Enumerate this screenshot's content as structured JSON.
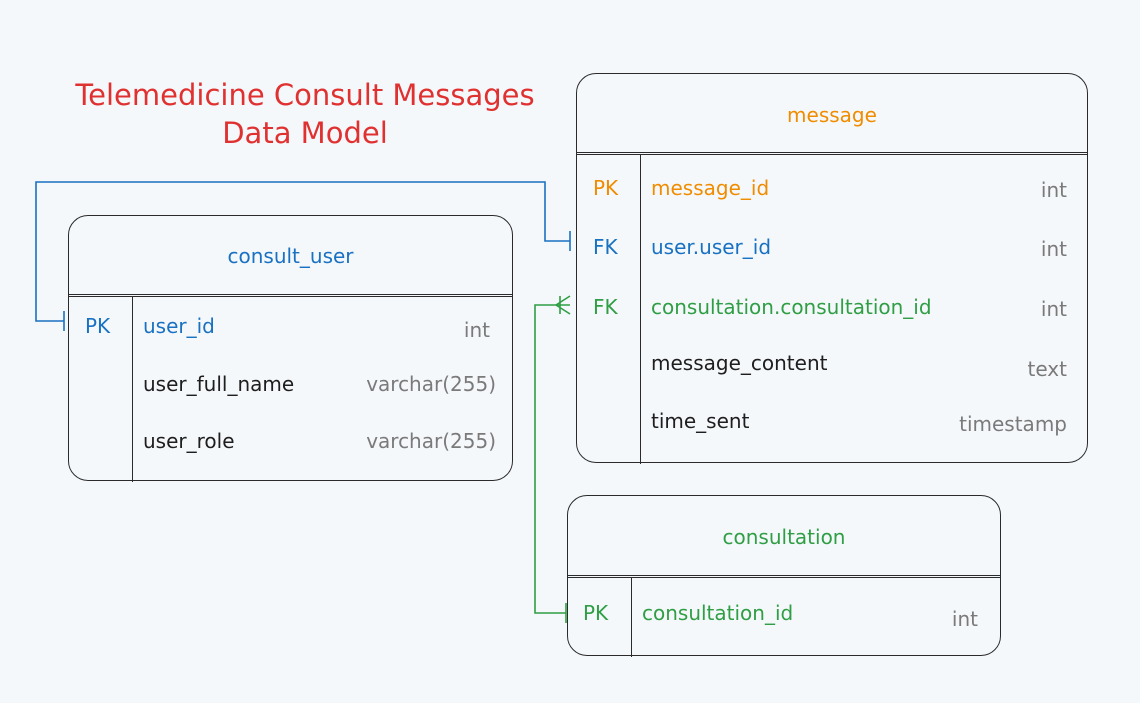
{
  "title": {
    "line1": "Telemedicine Consult Messages",
    "line2": "Data Model"
  },
  "colors": {
    "title": "#e03131",
    "user_link": "#1971c2",
    "pk_message": "#f08c00",
    "consultation_link": "#2f9e44",
    "type_text": "#7a7a7a"
  },
  "tables": {
    "consult_user": {
      "name": "consult_user",
      "rows": [
        {
          "key": "PK",
          "field": "user_id",
          "type": "int"
        },
        {
          "key": "",
          "field": "user_full_name",
          "type": "varchar(255)"
        },
        {
          "key": "",
          "field": "user_role",
          "type": "varchar(255)"
        }
      ]
    },
    "message": {
      "name": "message",
      "rows": [
        {
          "key": "PK",
          "field": "message_id",
          "type": "int"
        },
        {
          "key": "FK",
          "field": "user.user_id",
          "type": "int"
        },
        {
          "key": "FK",
          "field": "consultation.consultation_id",
          "type": "int"
        },
        {
          "key": "",
          "field": "message_content",
          "type": "text"
        },
        {
          "key": "",
          "field": "time_sent",
          "type": "timestamp"
        }
      ]
    },
    "consultation": {
      "name": "consultation",
      "rows": [
        {
          "key": "PK",
          "field": "consultation_id",
          "type": "int"
        }
      ]
    }
  },
  "relationships": [
    {
      "from": "message.user.user_id",
      "to": "consult_user.user_id",
      "cardinality": "one-to-one"
    },
    {
      "from": "message.consultation.consultation_id",
      "to": "consultation.consultation_id",
      "cardinality": "many-to-one"
    }
  ]
}
